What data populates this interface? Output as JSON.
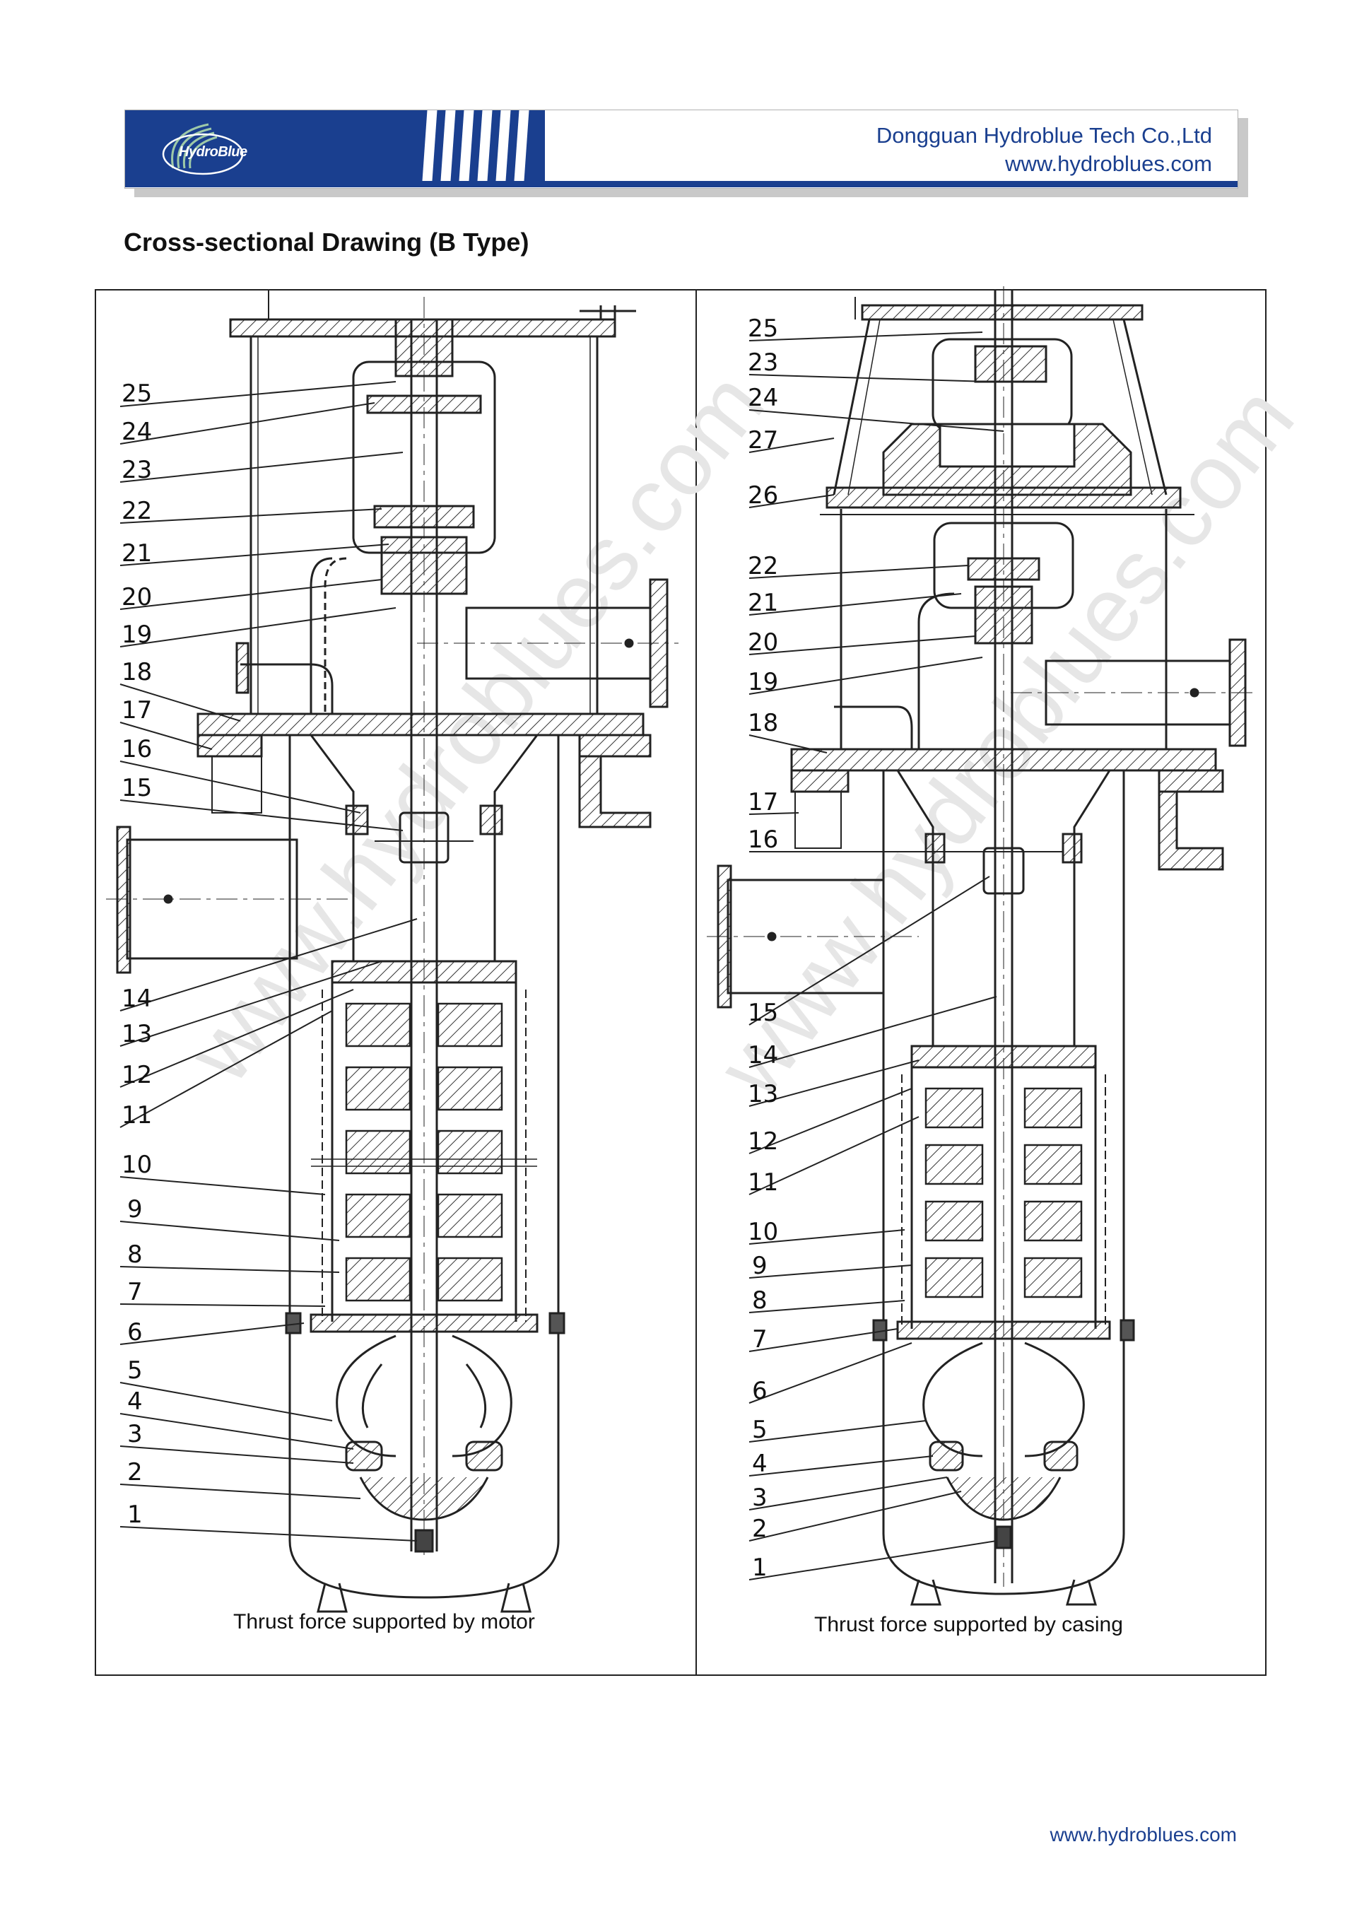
{
  "header": {
    "logo_text": "HydroBlue",
    "company_name": "Dongguan Hydroblue Tech Co.,Ltd",
    "company_url": "www.hydroblues.com",
    "brand_color": "#1a3f8f"
  },
  "page_title": "Cross-sectional Drawing (B Type)",
  "left_drawing": {
    "caption": "Thrust force supported by motor",
    "callouts": [
      "25",
      "24",
      "23",
      "22",
      "21",
      "20",
      "19",
      "18",
      "17",
      "16",
      "15",
      "14",
      "13",
      "12",
      "11",
      "10",
      "9",
      "8",
      "7",
      "6",
      "5",
      "4",
      "3",
      "2",
      "1"
    ]
  },
  "right_drawing": {
    "caption": "Thrust force supported by casing",
    "callouts": [
      "25",
      "23",
      "24",
      "27",
      "26",
      "22",
      "21",
      "20",
      "19",
      "18",
      "17",
      "16",
      "15",
      "14",
      "13",
      "12",
      "11",
      "10",
      "9",
      "8",
      "7",
      "6",
      "5",
      "4",
      "3",
      "2",
      "1"
    ]
  },
  "watermark": "www.hydroblues.com",
  "footer_url": "www.hydroblues.com"
}
